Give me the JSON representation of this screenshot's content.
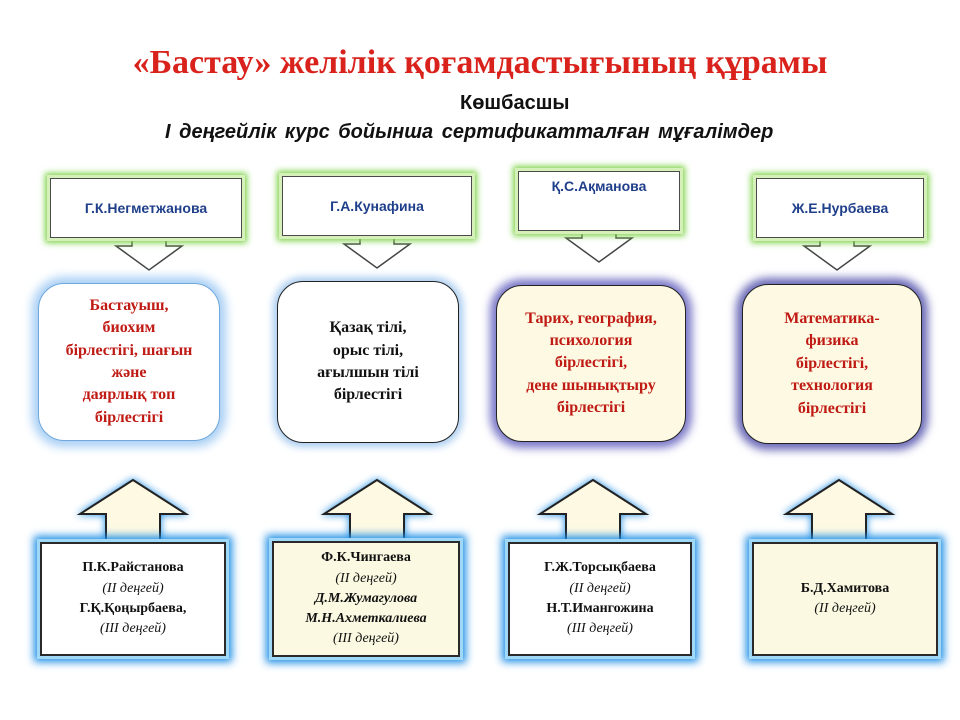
{
  "title": "«Бастау» желілік қоғамдастығының құрамы",
  "leader_label": "Көшбасшы",
  "subtitle": "І деңгейлік курс бойынша сертификатталған мұғалімдер",
  "leaders": [
    "Г.К.Негметжанова",
    "Г.А.Кунафина",
    "Қ.С.Ақманова",
    "Ж.Е.Нурбаева"
  ],
  "associations": [
    [
      "Бастауыш,",
      "биохим",
      "бірлестігі,  шағын",
      "және",
      "даярлық топ",
      "бірлестігі"
    ],
    [
      "Қазақ тілі,",
      "орыс тілі,",
      "ағылшын тілі",
      "бірлестігі"
    ],
    [
      "Тарих, география,",
      "психология",
      "бірлестігі,",
      "дене шынықтыру",
      "бірлестігі"
    ],
    [
      "Математика-",
      "физика",
      "бірлестігі,",
      "технология",
      "бірлестігі"
    ]
  ],
  "members": [
    [
      "П.К.Райстанова",
      "(ІІ деңгей)",
      "Г.Қ.Қоңырбаева,",
      "(ІІІ деңгей)"
    ],
    [
      "Ф.К.Чингаева",
      "(ІІ деңгей)",
      "Д.М.Жумагулова",
      "М.Н.Ахметкалиева",
      "(ІІІ деңгей)"
    ],
    [
      "Г.Ж.Торсықбаева",
      "(ІІ деңгей)",
      "Н.Т.Имангожина",
      "(ІІІ деңгей)"
    ],
    [
      "Б.Д.Хамитова",
      "(ІІ деңгей)"
    ]
  ],
  "colors": {
    "title": "#d9221c",
    "leader_text": "#1f3f8a",
    "green_glow": "#7fd34a",
    "blue_glow": "#1f8fe6",
    "cream": "#fdf9e2"
  }
}
